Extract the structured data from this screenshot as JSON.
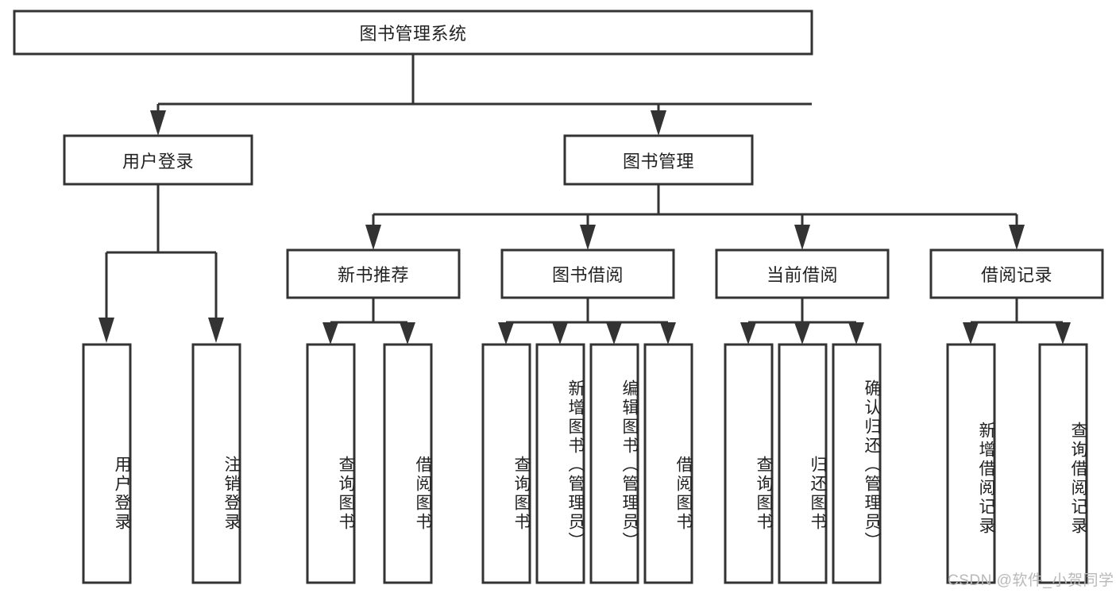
{
  "diagram": {
    "type": "hierarchy-tree",
    "title": "图书管理系统",
    "colors": {
      "box_stroke": "#333333",
      "box_fill": "#ffffff",
      "connector": "#333333",
      "text": "#222222",
      "watermark": "#b9b9b9",
      "background": "#ffffff"
    },
    "root": {
      "label": "图书管理系统"
    },
    "level2": [
      {
        "label": "用户登录"
      },
      {
        "label": "图书管理"
      }
    ],
    "level3": [
      {
        "label": "新书推荐"
      },
      {
        "label": "图书借阅"
      },
      {
        "label": "当前借阅"
      },
      {
        "label": "借阅记录"
      }
    ],
    "leaves": {
      "user_login": [
        {
          "label": "用户登录"
        },
        {
          "label": "注销登录"
        }
      ],
      "new_book_recommend": [
        {
          "label": "查询图书"
        },
        {
          "label": "借阅图书"
        }
      ],
      "book_borrow": [
        {
          "label": "查询图书"
        },
        {
          "label": "新增图书（管理员）"
        },
        {
          "label": "编辑图书（管理员）"
        },
        {
          "label": "借阅图书"
        }
      ],
      "current_borrow": [
        {
          "label": "查询图书"
        },
        {
          "label": "归还图书"
        },
        {
          "label": "确认归还（管理员）"
        }
      ],
      "borrow_record": [
        {
          "label": "新增借阅记录"
        },
        {
          "label": "查询借阅记录"
        }
      ]
    }
  },
  "watermark": {
    "text": "CSDN @软件_小贺同学"
  }
}
